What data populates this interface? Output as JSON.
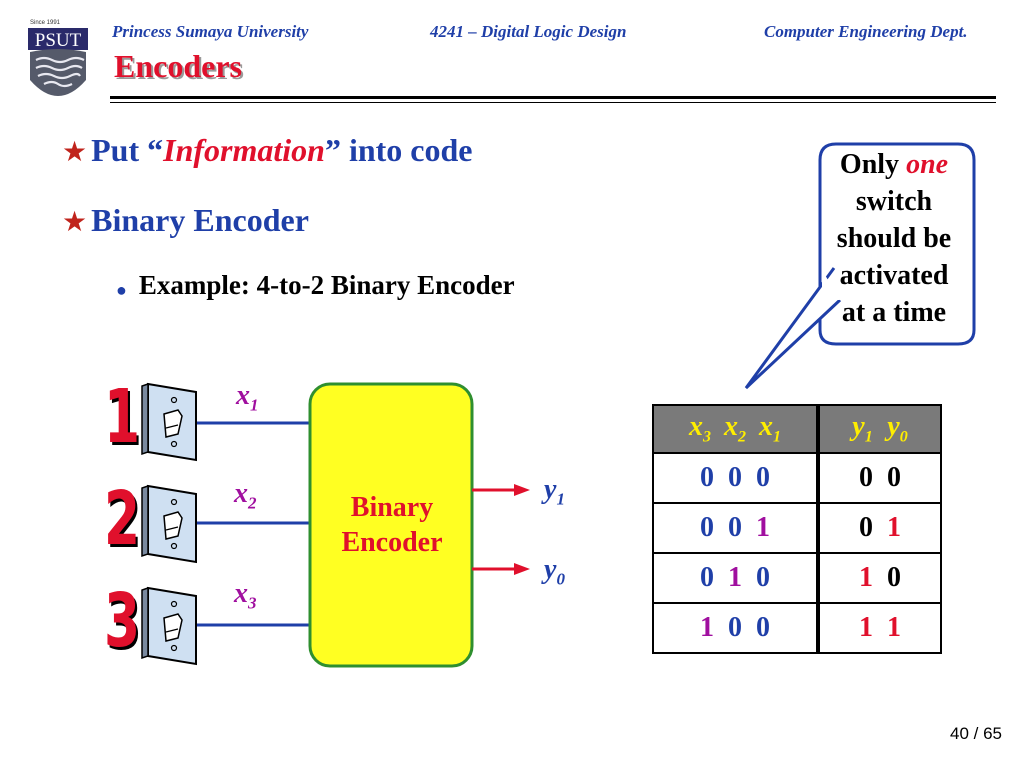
{
  "header": {
    "university": "Princess Sumaya University",
    "course": "4241 – Digital Logic Design",
    "dept": "Computer Engineering Dept.",
    "title": "Encoders",
    "logo_text": "PSUT",
    "logo_since": "Since 1991"
  },
  "bullets": {
    "b1_pre": "Put “",
    "b1_em": "Information",
    "b1_post": "” into code",
    "b2": "Binary Encoder",
    "sub": "Example: 4-to-2 Binary Encoder"
  },
  "callout": {
    "line1_pre": "Only ",
    "line1_em": "one",
    "line2": "switch",
    "line3": "should be",
    "line4": "activated",
    "line5": "at a time"
  },
  "diagram": {
    "switch_numbers": [
      "1",
      "2",
      "3"
    ],
    "inputs": [
      {
        "v": "x",
        "s": "1"
      },
      {
        "v": "x",
        "s": "2"
      },
      {
        "v": "x",
        "s": "3"
      }
    ],
    "outputs": [
      {
        "v": "y",
        "s": "1"
      },
      {
        "v": "y",
        "s": "0"
      }
    ],
    "box_line1": "Binary",
    "box_line2": "Encoder"
  },
  "truth_table": {
    "head_in": [
      {
        "v": "x",
        "s": "3"
      },
      {
        "v": "x",
        "s": "2"
      },
      {
        "v": "x",
        "s": "1"
      }
    ],
    "head_out": [
      {
        "v": "y",
        "s": "1"
      },
      {
        "v": "y",
        "s": "0"
      }
    ],
    "rows": [
      {
        "in": [
          "0",
          "0",
          "0"
        ],
        "out": [
          "0",
          "0"
        ]
      },
      {
        "in": [
          "0",
          "0",
          "1"
        ],
        "out": [
          "0",
          "1"
        ]
      },
      {
        "in": [
          "0",
          "1",
          "0"
        ],
        "out": [
          "1",
          "0"
        ]
      },
      {
        "in": [
          "1",
          "0",
          "0"
        ],
        "out": [
          "1",
          "1"
        ]
      }
    ]
  },
  "colors": {
    "blue": "#1f3fa8",
    "red": "#e0102c",
    "purple": "#a00f9f",
    "yellow_box": "#ffff22",
    "green_border": "#2f8f2f"
  },
  "page_number": "40 / 65"
}
